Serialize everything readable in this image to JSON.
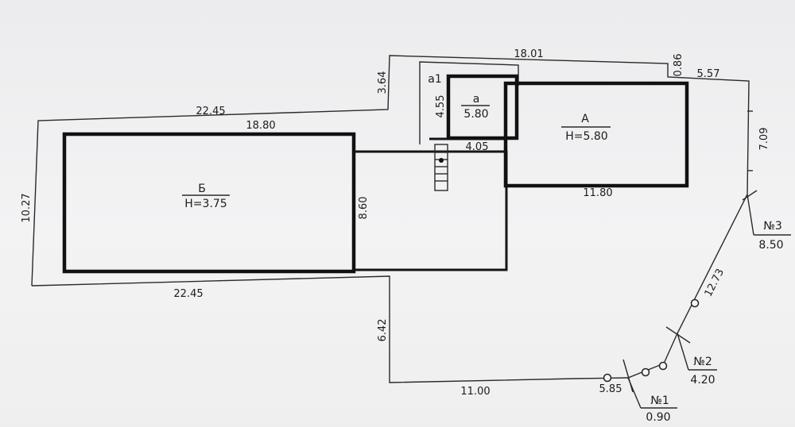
{
  "buildings": {
    "B": {
      "letter": "Б",
      "height": "H=3.75"
    },
    "A": {
      "letter": "A",
      "height": "H=5.80"
    },
    "a": {
      "letter": "a",
      "height": "5.80"
    },
    "a1": {
      "letter": "a1"
    }
  },
  "dimensions": {
    "top_long": "18.01",
    "top_right_step": "0.86",
    "top_right": "5.57",
    "left_top_step": "3.64",
    "upper_left": "22.45",
    "b_width": "18.80",
    "left_side": "10.27",
    "lower_left": "22.45",
    "b_depth": "8.60",
    "a_small_side": "4.55",
    "a_small_bottom": "4.05",
    "big_a_bottom": "11.80",
    "right_side": "7.09",
    "diagonal": "12.73",
    "lower_vertical": "6.42",
    "bottom": "11.00",
    "short_segment": "5.85"
  },
  "markers": [
    {
      "label": "№1",
      "value": "0.90"
    },
    {
      "label": "№2",
      "value": "4.20"
    },
    {
      "label": "№3",
      "value": "8.50"
    }
  ]
}
